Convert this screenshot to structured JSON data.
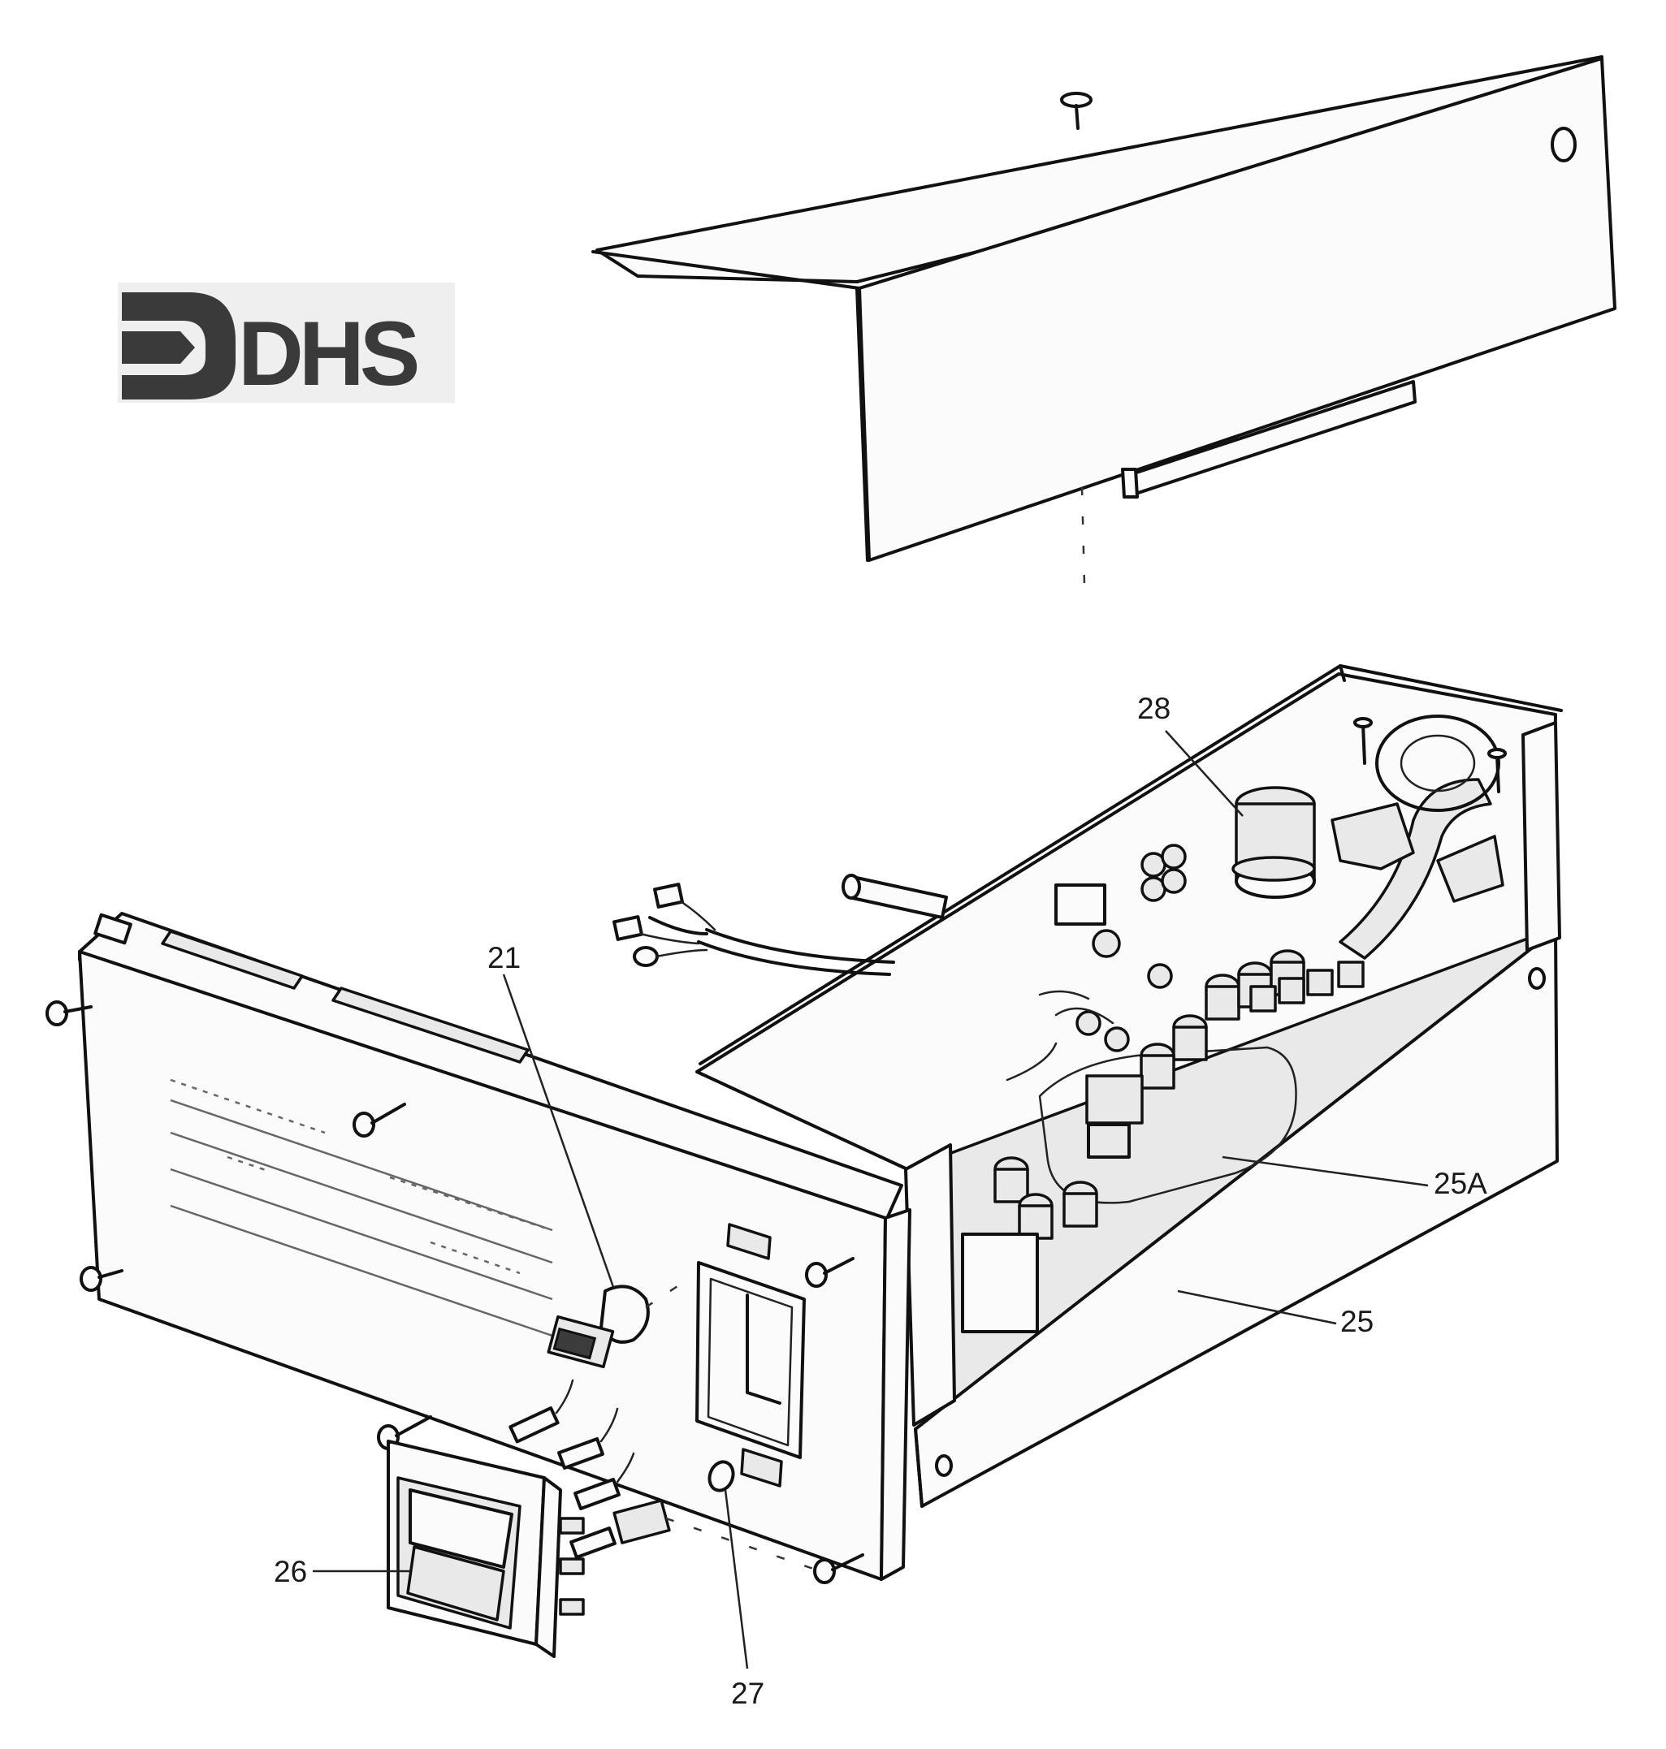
{
  "logo": {
    "text": "DHS",
    "color": "#3a3a3a"
  },
  "callouts": [
    {
      "id": "21",
      "label": "21"
    },
    {
      "id": "25",
      "label": "25"
    },
    {
      "id": "25A",
      "label": "25A"
    },
    {
      "id": "26",
      "label": "26"
    },
    {
      "id": "27",
      "label": "27"
    },
    {
      "id": "28",
      "label": "28"
    }
  ],
  "colors": {
    "ink": "#111111",
    "paper": "#ffffff",
    "logo_gray": "#3a3a3a"
  }
}
